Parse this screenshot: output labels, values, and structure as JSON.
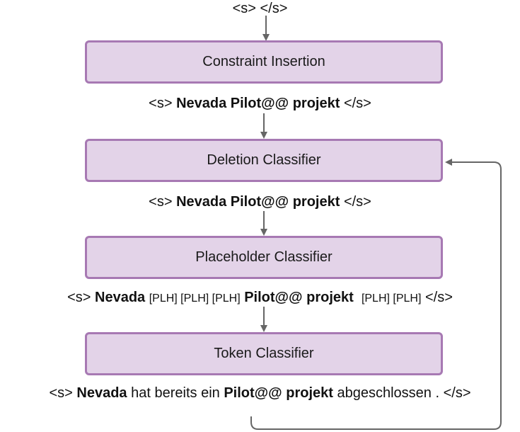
{
  "input_sequence": "<s> </s>",
  "boxes": {
    "constraint_insertion": "Constraint Insertion",
    "deletion_classifier": "Deletion Classifier",
    "placeholder_classifier": "Placeholder Classifier",
    "token_classifier": "Token Classifier"
  },
  "seq1": {
    "start": "<s>",
    "w1": "Nevada",
    "w2": "Pilot@@",
    "w3": "projekt",
    "end": "</s>"
  },
  "seq2": {
    "start": "<s>",
    "w1": "Nevada",
    "w2": "Pilot@@",
    "w3": "projekt",
    "end": "</s>"
  },
  "seq3": {
    "start": "<s>",
    "w1": "Nevada",
    "plh1": "[PLH] [PLH] [PLH]",
    "w2": "Pilot@@",
    "w3": "projekt",
    "plh2": "[PLH] [PLH]",
    "end": "</s>"
  },
  "seq4": {
    "start": "<s>",
    "w1": "Nevada",
    "mid1": "hat bereits ein",
    "w2": "Pilot@@",
    "w3": "projekt",
    "mid2": "abgeschlossen .",
    "end": "</s>"
  }
}
